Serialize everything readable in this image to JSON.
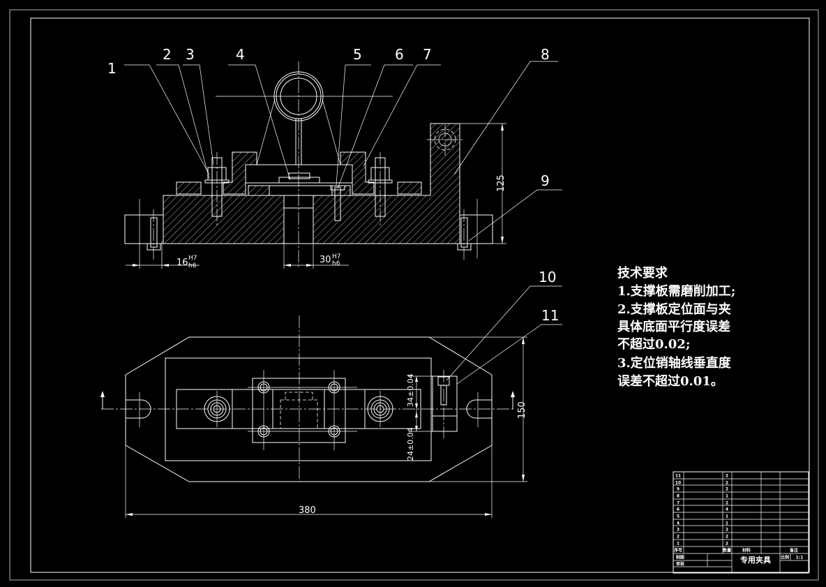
{
  "colors": {
    "background": "#000000",
    "lines": "#ffffff"
  },
  "part_labels": [
    "1",
    "2",
    "3",
    "4",
    "5",
    "6",
    "7",
    "8",
    "9",
    "10",
    "11"
  ],
  "dimensions": {
    "front_fit_1": {
      "value": "16",
      "upper": "H7",
      "lower": "h6"
    },
    "front_fit_2": {
      "value": "30",
      "upper": "H7",
      "lower": "h6"
    },
    "height": "125",
    "length": "380",
    "width": "150",
    "tol_1": "34±0.04",
    "tol_2": "24±0.04"
  },
  "technical_requirements": {
    "title": "技术要求",
    "lines": [
      "1.支撑板需磨削加工;",
      "2.支撑板定位面与夹",
      "具体底面平行度误差",
      "不超过0.02;",
      "3.定位销轴线垂直度",
      "误差不超过0.01。"
    ]
  },
  "title_block": {
    "rows": [
      {
        "no": "11",
        "qty": "2"
      },
      {
        "no": "10",
        "qty": "2"
      },
      {
        "no": "9",
        "qty": "2"
      },
      {
        "no": "8",
        "qty": "1"
      },
      {
        "no": "7",
        "qty": "2"
      },
      {
        "no": "6",
        "qty": "4"
      },
      {
        "no": "5",
        "qty": "1"
      },
      {
        "no": "4",
        "qty": "1"
      },
      {
        "no": "3",
        "qty": "2"
      },
      {
        "no": "2",
        "qty": "2"
      },
      {
        "no": "1",
        "qty": "2"
      }
    ],
    "header": {
      "no": "序号",
      "qty": "数量",
      "material": "材料",
      "remark": "备注"
    },
    "drawn_by": "制图",
    "checked_by": "审核",
    "drawing_title": "专用夹具",
    "scale_label": "比例",
    "scale": "1:1"
  }
}
